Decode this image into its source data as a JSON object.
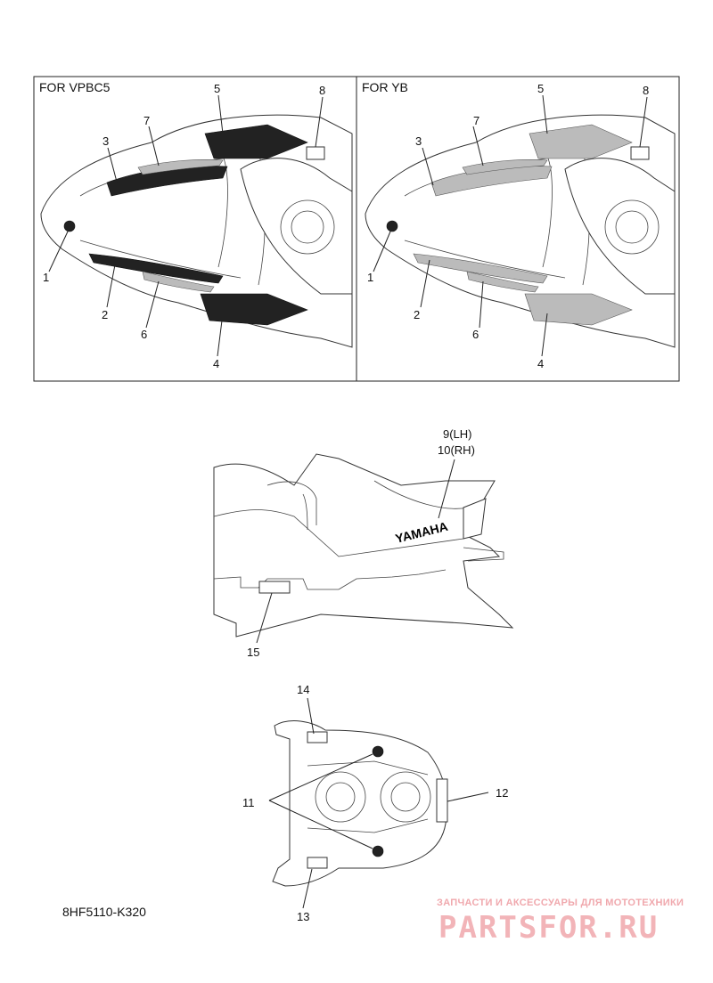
{
  "panels": [
    {
      "title": "FOR VPBC5",
      "callouts": [
        "1",
        "2",
        "3",
        "4",
        "5",
        "6",
        "7",
        "8"
      ],
      "decal_style": "dark"
    },
    {
      "title": "FOR YB",
      "callouts": [
        "1",
        "2",
        "3",
        "4",
        "5",
        "6",
        "7",
        "8"
      ],
      "decal_style": "grey"
    }
  ],
  "side_view": {
    "callout_lh": "9(LH)",
    "callout_rh": "10(RH)",
    "callout_15": "15",
    "brand_text": "YAMAHA"
  },
  "rear_view": {
    "callout_14": "14",
    "callout_11": "11",
    "callout_12": "12",
    "callout_13": "13"
  },
  "footer": {
    "part_code": "8HF5110-K320",
    "watermark_tagline": "ЗАПЧАСТИ И АКСЕССУАРЫ ДЛЯ МОТОТЕХНИКИ",
    "watermark_brand": "PARTSFOR.RU"
  },
  "colors": {
    "line": "#222222",
    "watermark": "#f2b4b8"
  }
}
